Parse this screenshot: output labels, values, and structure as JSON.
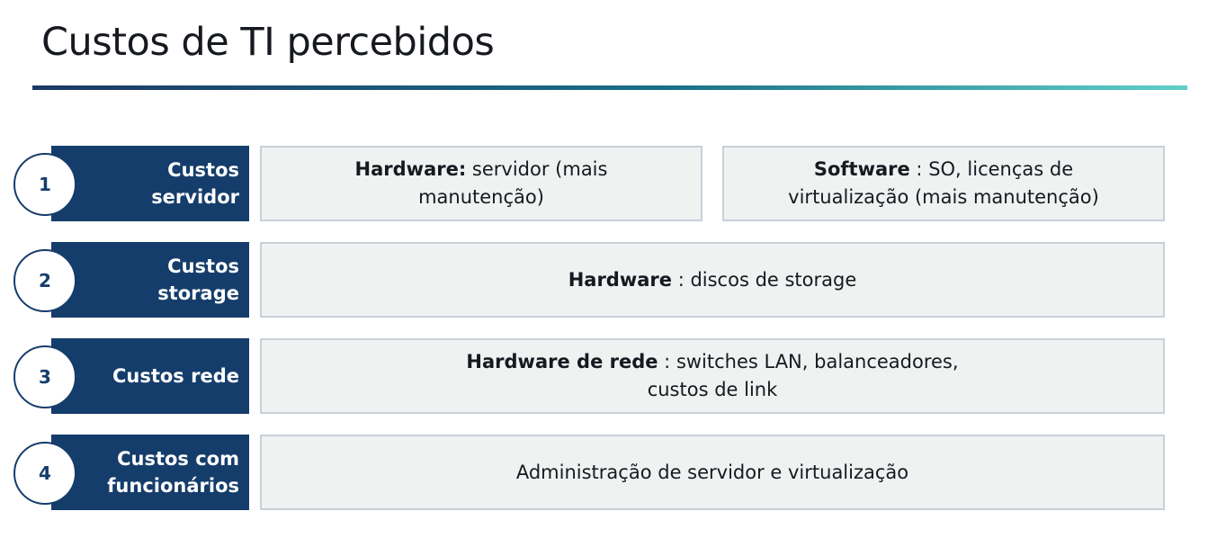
{
  "title": "Custos de TI percebidos",
  "colors": {
    "label_bg": "#153d6b",
    "cell_bg": "#f0f1f1",
    "cell_border": "#c8d0d8",
    "title_rule_start": "#1b3a63",
    "title_rule_end": "#5fcfc9"
  },
  "rows": [
    {
      "number": "1",
      "label": "Custos\nservidor",
      "cells": [
        {
          "bold": "Hardware:",
          "sep": " ",
          "text": "servidor (mais",
          "line2": "manutenção)"
        },
        {
          "bold": "Software",
          "sep": " : ",
          "text": "SO, licenças de",
          "line2": "virtualização (mais manutenção)"
        }
      ]
    },
    {
      "number": "2",
      "label": "Custos\nstorage",
      "cells": [
        {
          "bold": "Hardware",
          "sep": " : ",
          "text": "discos de storage"
        }
      ]
    },
    {
      "number": "3",
      "label": "Custos rede",
      "cells": [
        {
          "bold": "Hardware de rede",
          "sep": " : ",
          "text": "switches LAN, balanceadores,",
          "line2": "custos de link"
        }
      ]
    },
    {
      "number": "4",
      "label": "Custos com\nfuncionários",
      "cells": [
        {
          "text": "Administração de servidor e virtualização"
        }
      ]
    }
  ]
}
